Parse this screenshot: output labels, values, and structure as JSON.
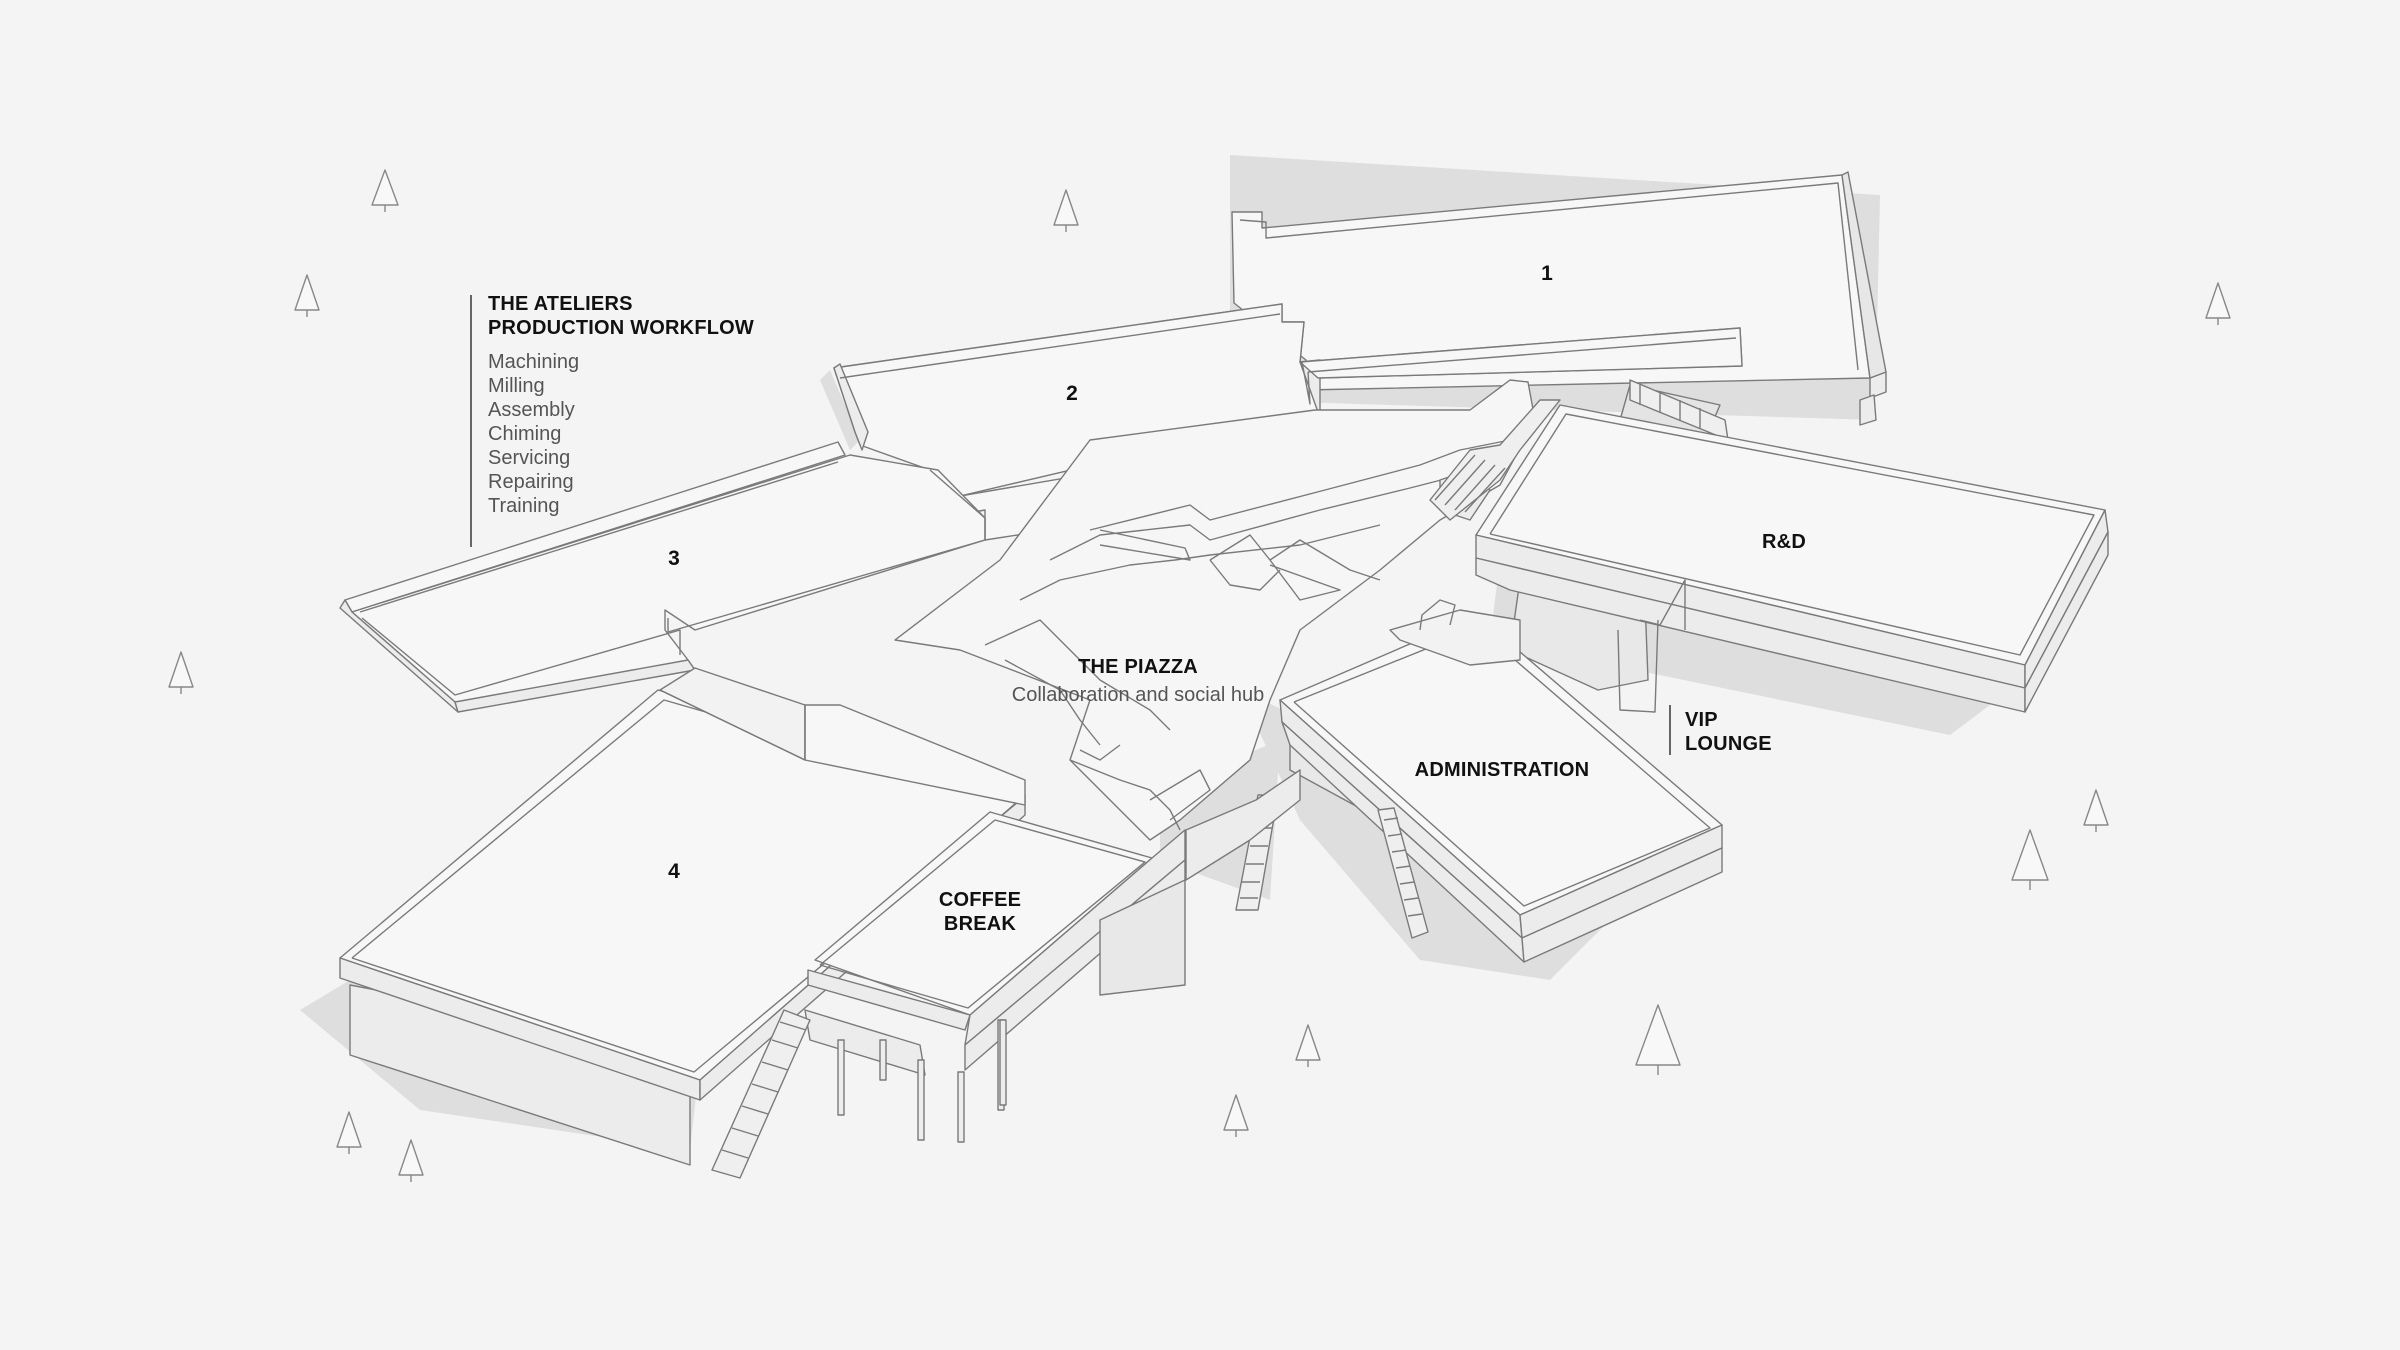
{
  "ateliers": {
    "title_line1": "THE ATELIERS",
    "title_line2": "PRODUCTION WORKFLOW",
    "items": [
      "Machining",
      "Milling",
      "Assembly",
      "Chiming",
      "Servicing",
      "Repairing",
      "Training"
    ]
  },
  "zones": {
    "one": "1",
    "two": "2",
    "three": "3",
    "four": "4",
    "rnd": "R&D",
    "administration": "ADMINISTRATION",
    "vip_line1": "VIP",
    "vip_line2": "LOUNGE",
    "coffee_line1": "COFFEE",
    "coffee_line2": "BREAK"
  },
  "piazza": {
    "title": "THE PIAZZA",
    "subtitle": "Collaboration and social hub"
  },
  "colors": {
    "background": "#f4f4f4",
    "roof": "#f7f7f7",
    "wall": "#ececec",
    "shadow": "#dcdcdc",
    "line": "#777777",
    "text": "#111111"
  }
}
